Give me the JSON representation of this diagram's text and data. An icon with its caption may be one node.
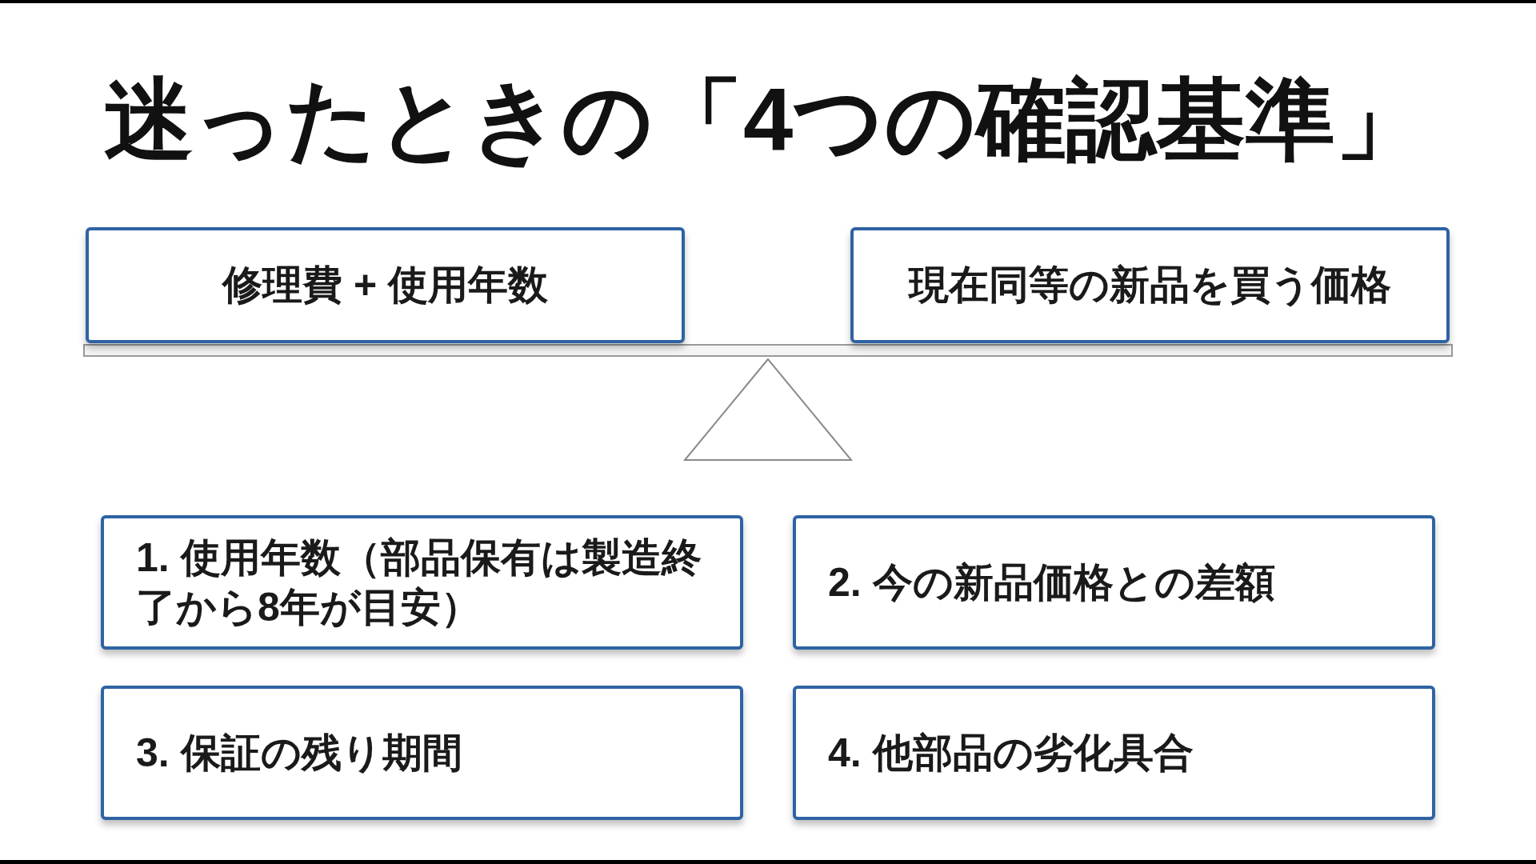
{
  "diagram": {
    "title": "迷ったときの「4つの確認基準」",
    "nodes": [
      {
        "text": [
          "修理費 + 使用年数"
        ]
      },
      {
        "text": [
          "現在同等の新品を買う価格"
        ]
      },
      {
        "text": [
          "1. 使用年数（部品保有は製造終了から8年が目安）"
        ]
      },
      {
        "text": [
          "2. 今の新品価格との差額"
        ]
      },
      {
        "text": [
          "3. 保証の残り期間"
        ]
      },
      {
        "text": [
          "4. 他部品の劣化具合"
        ]
      }
    ]
  }
}
